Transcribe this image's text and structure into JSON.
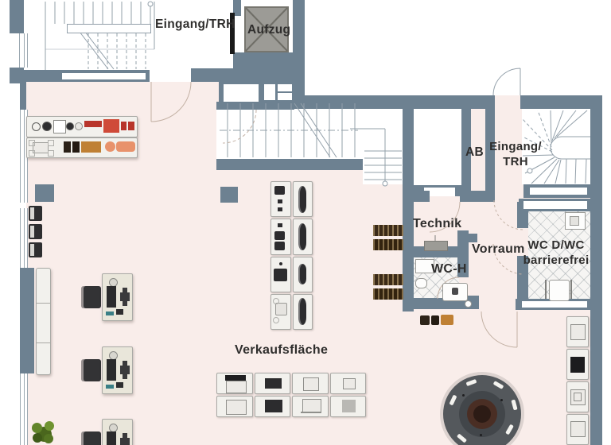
{
  "rooms": {
    "entrance_hall": "Eingang/TRH",
    "elevator": "Aufzug",
    "storage": "AB",
    "entrance_right_line1": "Eingang/",
    "entrance_right_line2": "TRH",
    "technik": "Technik",
    "vorraum": "Vorraum",
    "wc_accessible_line1": "WC D/WC",
    "wc_accessible_line2": "barrierefrei",
    "wc_h": "WC-H",
    "sales_area": "Verkaufsfläche"
  },
  "colors": {
    "wall": "#6d8191",
    "floor": "#f9edea",
    "line": "#93a0aa",
    "door_arc": "#c3b1a4",
    "accent_red": "#b8352b",
    "accent_red2": "#cf4a38",
    "accent_amber": "#bf8034",
    "accent_salmon": "#e8926b",
    "wood_dark": "#3b2a18",
    "plant_green": "#5d7f27",
    "sofa_ring": "#54585c",
    "sofa_inner": "#42464a",
    "sofa_center": "#4a2e24",
    "elevator_fill": "#9c9b96"
  }
}
